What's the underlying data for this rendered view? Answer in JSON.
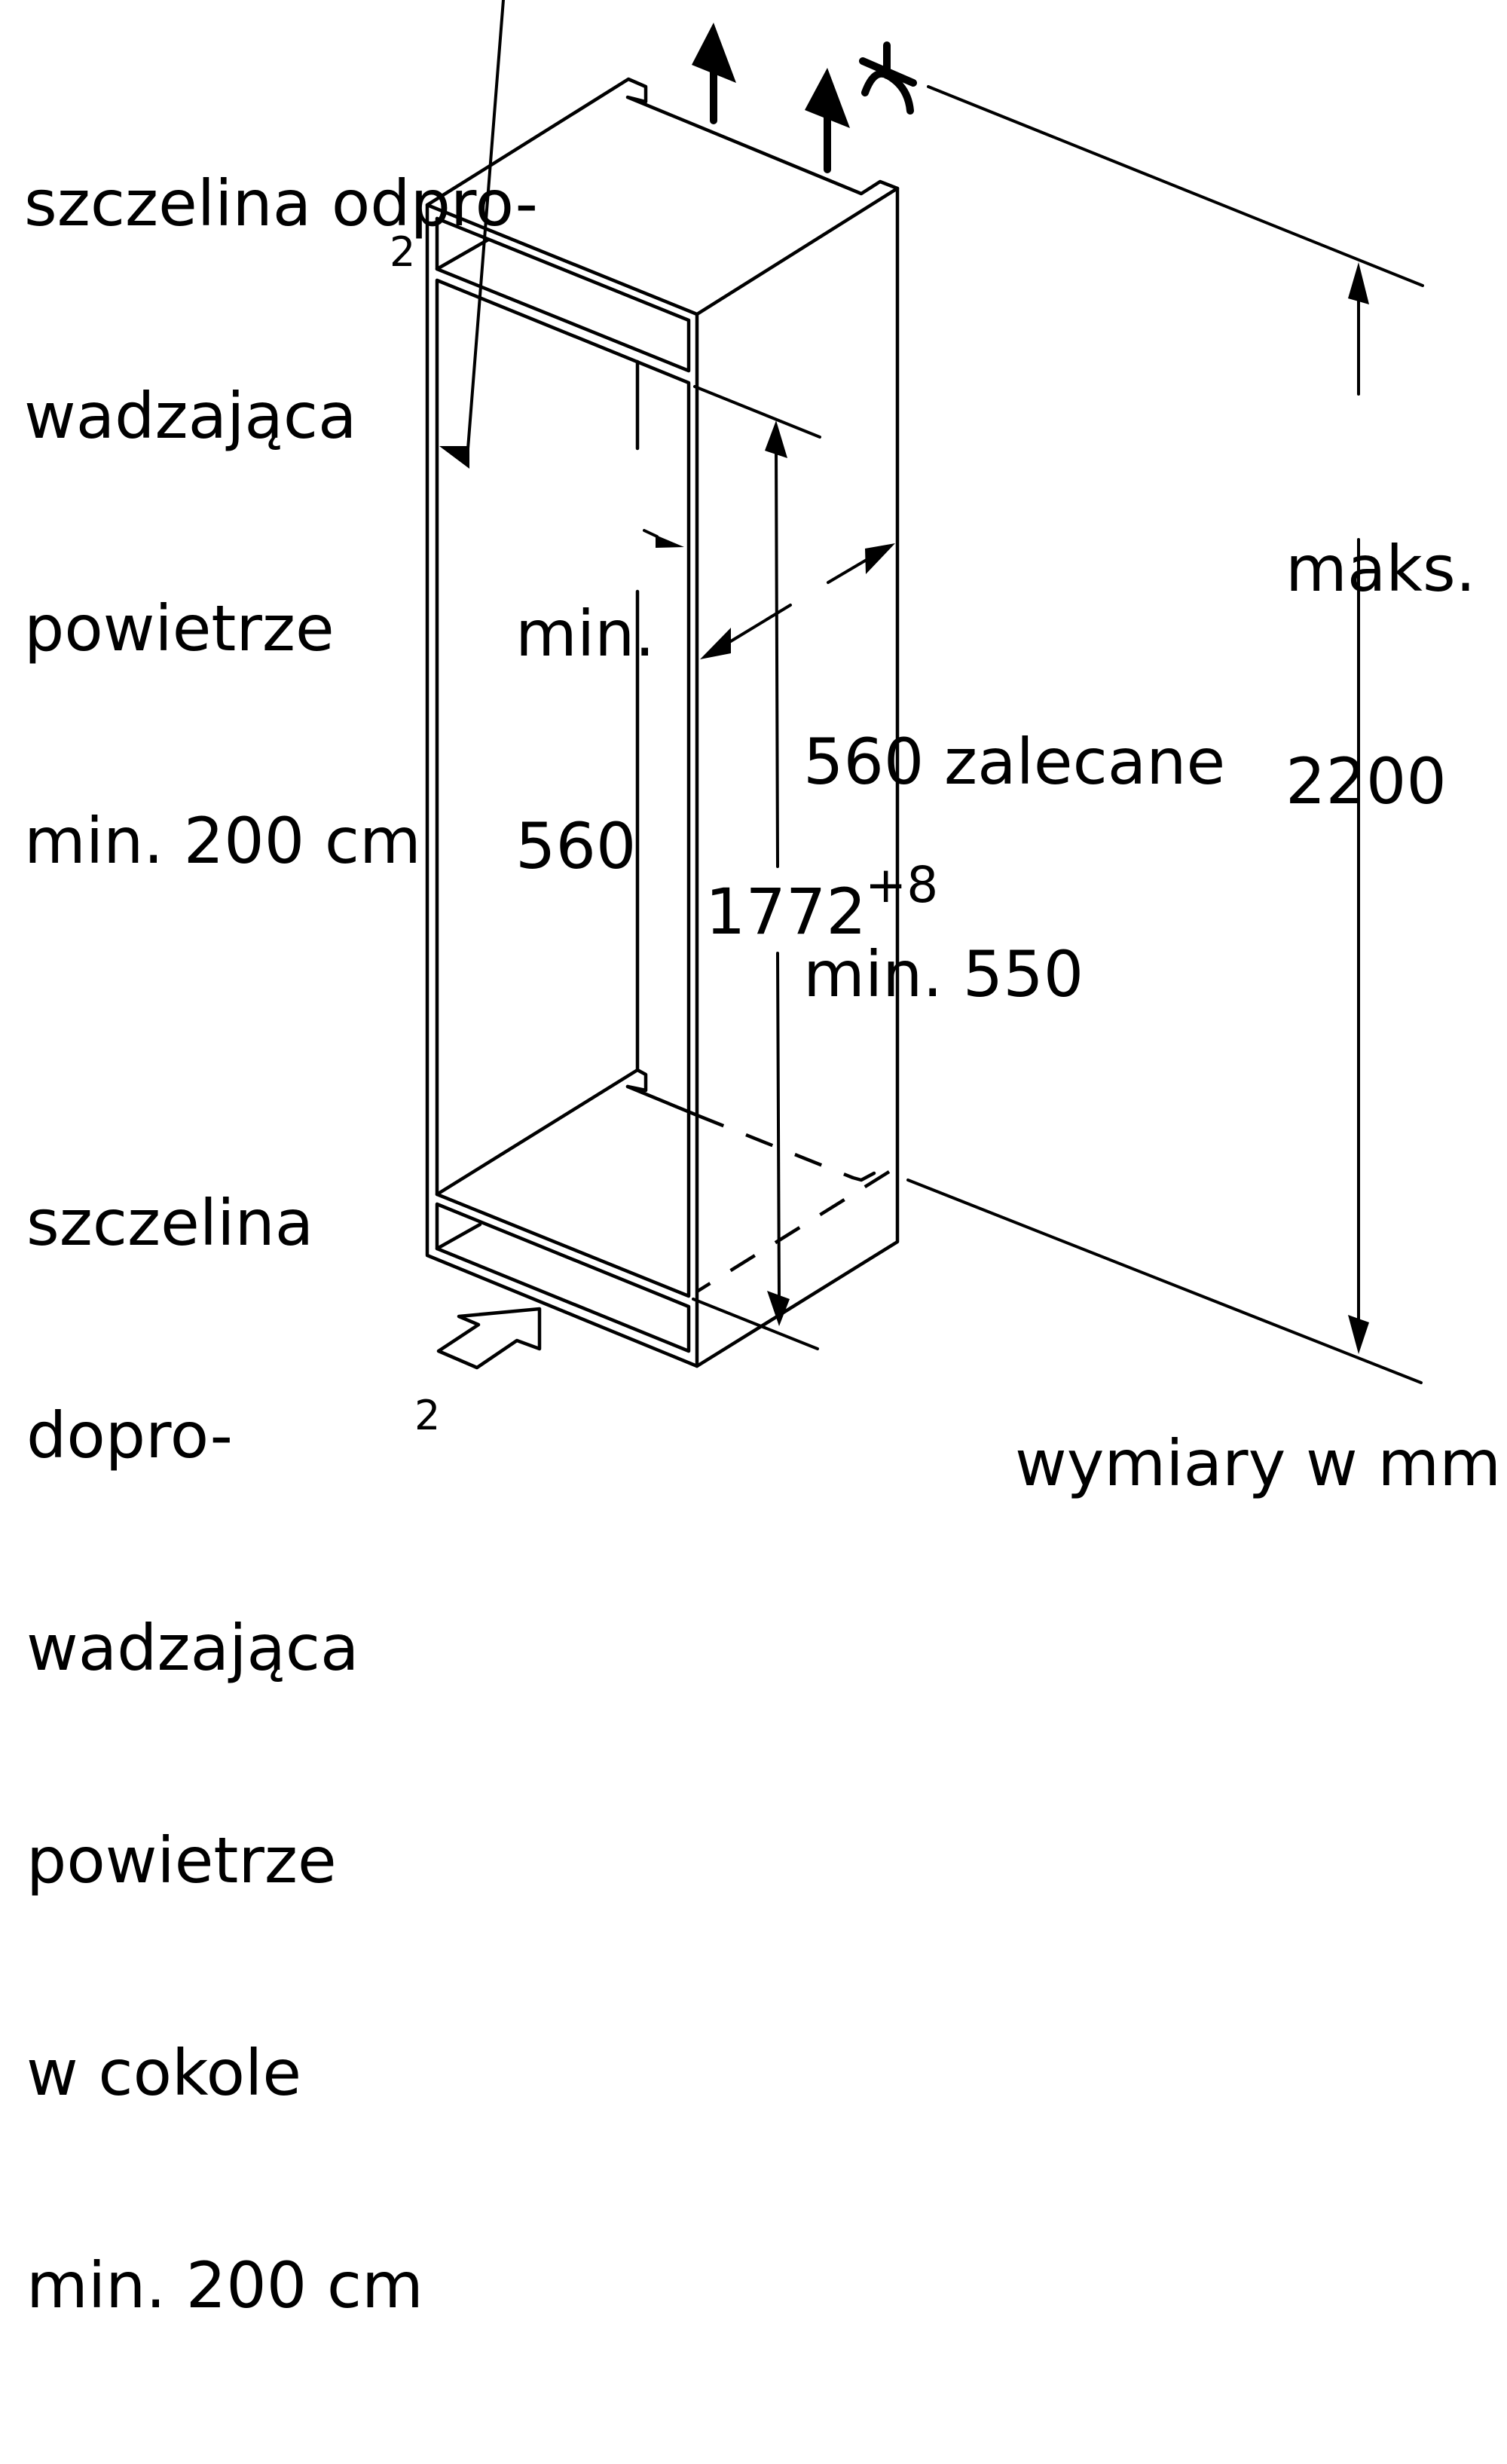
{
  "labels": {
    "exhaust_slot": {
      "lines": [
        "szczelina odpro-",
        "wadzająca",
        "powietrze",
        "min. 200 cm"
      ],
      "superscript": "2"
    },
    "intake_slot": {
      "lines": [
        "szczelina",
        "dopro-",
        "wadzająca",
        "powietrze",
        "w cokole",
        "min. 200 cm"
      ],
      "superscript": "2"
    },
    "inner_width": {
      "line1": "min.",
      "line2": "560"
    },
    "depth": {
      "line1": "560 zalecane",
      "line2": "min. 550"
    },
    "niche_height": {
      "value": "1772",
      "tolerance": "+8"
    },
    "max_height": {
      "line1": "maks.",
      "line2": "2200"
    },
    "units_note": "wymiary w mm"
  },
  "icons": {
    "airflow_up": "arrow-up-icon",
    "airflow_in": "arrow-in-icon",
    "hinge": "hinge-icon"
  },
  "colors": {
    "line": "#000000",
    "background": "#ffffff"
  }
}
